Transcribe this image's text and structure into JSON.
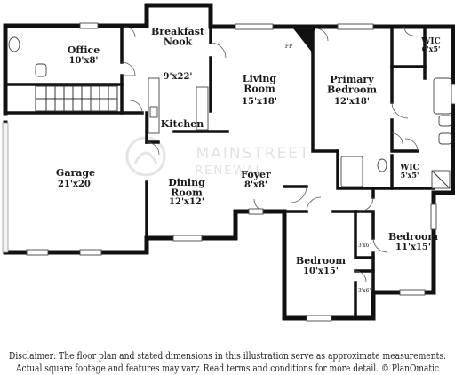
{
  "plan": {
    "rooms": [
      {
        "key": "office",
        "name": "Office",
        "dims": "10'x8'"
      },
      {
        "key": "breakfast",
        "name": "Breakfast\nNook",
        "dims": "9'x22'"
      },
      {
        "key": "living",
        "name": "Living\nRoom",
        "dims": "15'x18'"
      },
      {
        "key": "primary",
        "name": "Primary\nBedroom",
        "dims": "12'x18'"
      },
      {
        "key": "wic1",
        "name": "WIC",
        "dims": "6'x5'"
      },
      {
        "key": "kitchen",
        "name": "Kitchen",
        "dims": ""
      },
      {
        "key": "garage",
        "name": "Garage",
        "dims": "21'x20'"
      },
      {
        "key": "dining",
        "name": "Dining\nRoom",
        "dims": "12'x12'"
      },
      {
        "key": "foyer",
        "name": "Foyer",
        "dims": "8'x8'"
      },
      {
        "key": "wic2",
        "name": "WIC",
        "dims": "5'x5'"
      },
      {
        "key": "bedroom2",
        "name": "Bedroom",
        "dims": "11'x15'"
      },
      {
        "key": "bedroom3",
        "name": "Bedroom",
        "dims": "10'x15'"
      }
    ],
    "closet_labels": [
      "3'x6'",
      "3'x6'"
    ],
    "fireplace_label": "FP",
    "watermark_line1": "MAINSTREET",
    "watermark_line2": "RENEWAL"
  },
  "disclaimer": {
    "line1": "Disclaimer: The floor plan and stated dimensions in this illustration serve as approximate measurements.",
    "line2": "Actual square footage and features may vary. Read terms and conditions for more detail. © PlanOmatic"
  }
}
